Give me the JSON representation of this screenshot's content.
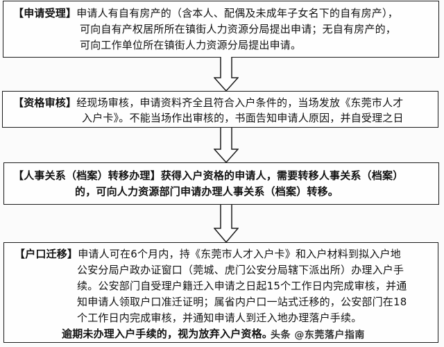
{
  "flowchart": {
    "steps": [
      {
        "label": "【申请受理】",
        "lines": [
          "申请人有自有房产的（含本人、配偶及未成年子女名下的自有房产），",
          "可向自有产权居所所在镇街人力资源分局提出申请；无自有房产的，",
          "可向工作单位所在镇街人力资源分局提出申请。"
        ]
      },
      {
        "label": "【资格审核】",
        "lines": [
          "经现场审核，申请资料齐全且符合入户条件的，当场发放《东莞市人才",
          "入户卡》。不能当场作出审核的，书面告知申请人原因，并自受理之日"
        ]
      },
      {
        "label": "【人事关系（档案）转移办理】",
        "lines": [
          "获得入户资格的申请人，需要转移人事关系（档案）",
          "的，可向人力资源部门申请办理人事关系（档案）转移。"
        ]
      },
      {
        "label": "【户口迁移】",
        "lines": [
          "申请人可在6个月内，持《东莞市人才入户卡》和入户材料到拟入户地",
          "公安分局户政办证窗口（莞城、虎门公安分局辖下派出所）办理入户手",
          "续。公安部门自受理户籍迁入申请之日起15个工作日内完成审核，并通",
          "知申请人领取户口准迁证明；属省内户口一站式迁移的，公安部门在18",
          "个工作日内完成审核，并通知申请人到迁入地办理落户手续。"
        ],
        "note": "逾期未办理入户手续的，视为放弃入户资格。"
      }
    ],
    "arrow_icon": "down-arrow-outline"
  },
  "watermark": "头条 @东莞落户指南"
}
